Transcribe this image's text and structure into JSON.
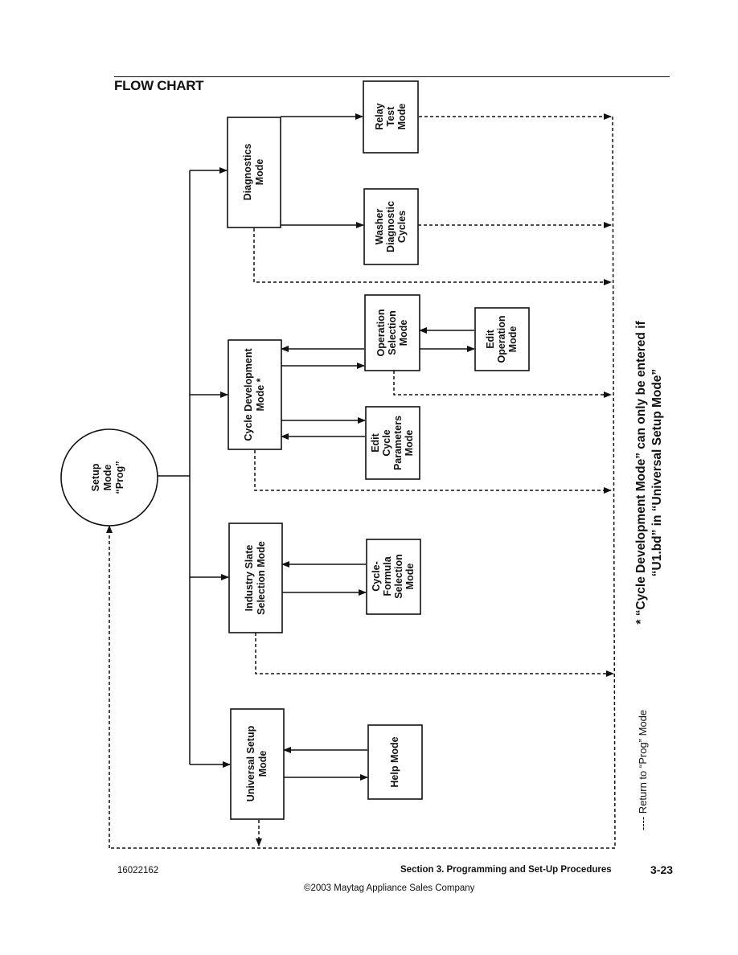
{
  "header": {
    "title": "FLOW CHART"
  },
  "nodes": {
    "setup": [
      "Setup",
      "Mode",
      "“Prog”"
    ],
    "diagnostics": [
      "Diagnostics",
      "Mode"
    ],
    "relay_test": [
      "Relay",
      "Test",
      "Mode"
    ],
    "washer_diagnostic": [
      "Washer",
      "Diagnostic",
      "Cycles"
    ],
    "cycle_development": [
      "Cycle Development",
      "Mode *"
    ],
    "operation_selection": [
      "Operation",
      "Selection",
      "Mode"
    ],
    "edit_operation": [
      "Edit",
      "Operation",
      "Mode"
    ],
    "edit_cycle_parameters": [
      "Edit",
      "Cycle",
      "Parameters",
      "Mode"
    ],
    "industry_slate": [
      "Industry Slate",
      "Selection Mode"
    ],
    "cycle_formula": [
      "Cycle-",
      "Formula",
      "Selection",
      "Mode"
    ],
    "universal_setup": [
      "Universal Setup",
      "Mode"
    ],
    "help": [
      "Help Mode"
    ]
  },
  "note": [
    "* “Cycle Development Mode” can only be entered if",
    "“U1.bd” in “Universal Setup Mode”"
  ],
  "legend": "---- Return to “Prog” Mode",
  "footer": {
    "doc_number": "16022162",
    "section": "Section 3.  Programming and Set-Up Procedures",
    "page": "3-23",
    "copyright": "©2003 Maytag Appliance Sales Company"
  }
}
